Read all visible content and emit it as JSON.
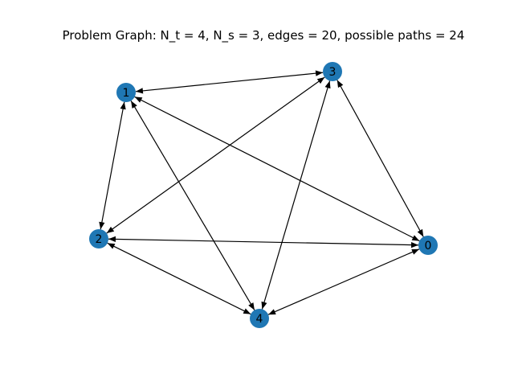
{
  "title": "Problem Graph: N_t = 4, N_s = 3, edges = 20, possible paths = 24",
  "colors": {
    "node": "#1f77b4",
    "edge": "#000000",
    "background": "#ffffff"
  },
  "nodes": [
    {
      "id": "0",
      "label": "0"
    },
    {
      "id": "1",
      "label": "1"
    },
    {
      "id": "2",
      "label": "2"
    },
    {
      "id": "3",
      "label": "3"
    },
    {
      "id": "4",
      "label": "4"
    }
  ],
  "edges": [
    [
      "0",
      "1"
    ],
    [
      "0",
      "2"
    ],
    [
      "0",
      "3"
    ],
    [
      "0",
      "4"
    ],
    [
      "1",
      "0"
    ],
    [
      "1",
      "2"
    ],
    [
      "1",
      "3"
    ],
    [
      "1",
      "4"
    ],
    [
      "2",
      "0"
    ],
    [
      "2",
      "1"
    ],
    [
      "2",
      "3"
    ],
    [
      "2",
      "4"
    ],
    [
      "3",
      "0"
    ],
    [
      "3",
      "1"
    ],
    [
      "3",
      "2"
    ],
    [
      "3",
      "4"
    ],
    [
      "4",
      "0"
    ],
    [
      "4",
      "1"
    ],
    [
      "4",
      "2"
    ],
    [
      "4",
      "3"
    ]
  ]
}
